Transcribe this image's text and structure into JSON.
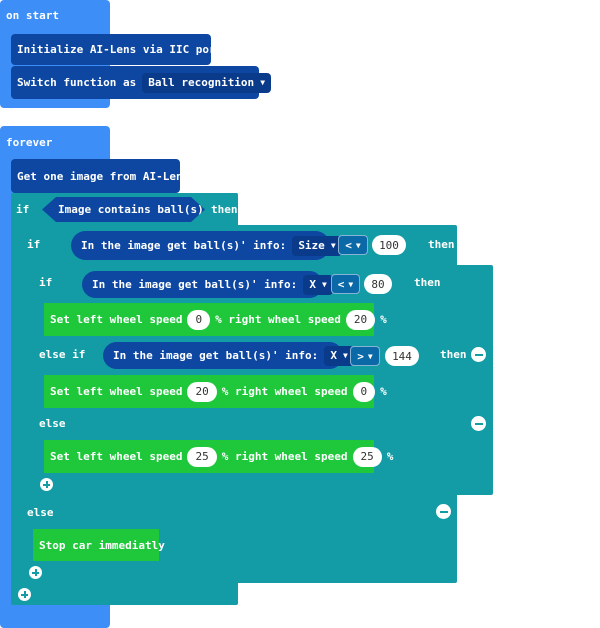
{
  "on_start": {
    "label": "on start",
    "init_block": "Initialize AI-Lens via IIC port",
    "switch_block": {
      "label": "Switch function as",
      "option": "Ball recognition"
    }
  },
  "forever": {
    "label": "forever",
    "get_image": "Get one image from AI-Lens",
    "if1": {
      "kw": "if",
      "condition": "Image contains ball(s)",
      "then": "then"
    },
    "if2": {
      "kw": "if",
      "reporter": "In the image get ball(s)' info:",
      "field": "Size",
      "op": "<",
      "value": "100",
      "then": "then"
    },
    "if3": {
      "kw": "if",
      "reporter": "In the image get ball(s)' info:",
      "field": "X",
      "op": "<",
      "value": "80",
      "then": "then"
    },
    "set1": {
      "left_label": "Set left wheel speed",
      "left": "0",
      "right_label": "% right wheel speed",
      "right": "20",
      "pct": "%"
    },
    "elseif": {
      "kw": "else if",
      "reporter": "In the image get ball(s)' info:",
      "field": "X",
      "op": ">",
      "value": "144",
      "then": "then"
    },
    "set2": {
      "left_label": "Set left wheel speed",
      "left": "20",
      "right_label": "% right wheel speed",
      "right": "0",
      "pct": "%"
    },
    "else3": "else",
    "set3": {
      "left_label": "Set left wheel speed",
      "left": "25",
      "right_label": "% right wheel speed",
      "right": "25",
      "pct": "%"
    },
    "else2": "else",
    "stop": "Stop car immediatly"
  },
  "colors": {
    "hat": "#3d8ef7",
    "ai_lens": "#0d47a1",
    "logic": "#139ca5",
    "motor": "#1ec83a"
  }
}
